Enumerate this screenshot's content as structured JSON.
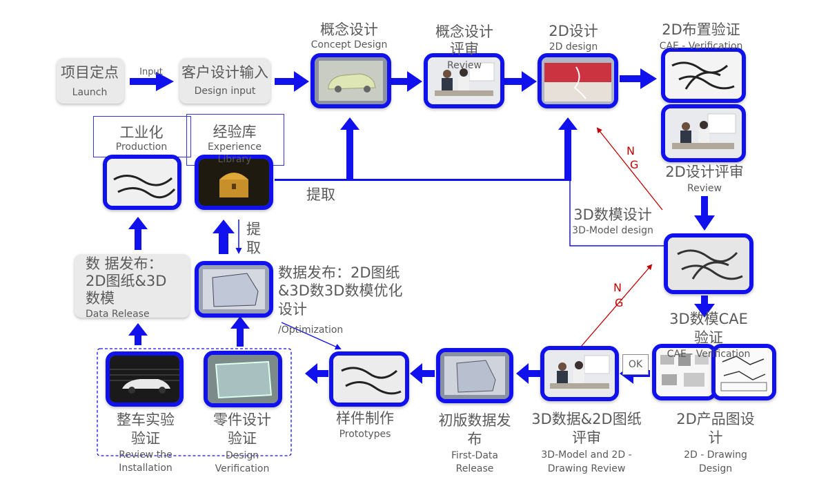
{
  "colors": {
    "arrow": "#1111ee",
    "ng_arrow": "#c00000",
    "text": "#595959",
    "frame": "#1111ee"
  },
  "stages": {
    "launch": {
      "cn": "项目定点",
      "en": "Launch"
    },
    "input_label": {
      "en": "Input"
    },
    "design_input": {
      "cn": "客户设计输入",
      "en": "Design input"
    },
    "concept": {
      "cn": "概念设计",
      "en": "Concept Design"
    },
    "concept_review": {
      "cn1": "概念设计",
      "cn2": "评审",
      "en": "Review"
    },
    "design_2d": {
      "cn": "2D设计",
      "en": "2D  design"
    },
    "cae_2d": {
      "cn": "2D布置验证",
      "en": "CAE - Verification"
    },
    "review_2d": {
      "cn": "2D设计评审",
      "en": "Review"
    },
    "model_3d": {
      "cn": "3D数模设计",
      "en": "3D-Model design"
    },
    "cae_3d": {
      "cn1": "3D数模CAE",
      "cn2": "验证",
      "en": "CAE - Verification"
    },
    "drawing_2d": {
      "cn1": "2D产品图设",
      "cn2": "计",
      "en1": "2D - Drawing",
      "en2": "Design"
    },
    "review_3d2d": {
      "cn1": "3D数据&2D图纸",
      "cn2": "评审",
      "en1": "3D-Model and 2D -",
      "en2": "Drawing Review"
    },
    "first_release": {
      "cn1": "初版数据发",
      "cn2": "布",
      "en1": "First-Data",
      "en2": "Release"
    },
    "prototypes": {
      "cn": "样件制作",
      "en": "Prototypes"
    },
    "part_verify": {
      "cn1": "零件设计",
      "cn2": "验证",
      "en1": "Design",
      "en2": "Verification"
    },
    "vehicle_test": {
      "cn1": "整车实验",
      "cn2": "验证",
      "en1": "Review the",
      "en2": "Installation"
    },
    "optimization": {
      "cn1": "数据发布：2D图纸",
      "cn2": "&3D数3D数模优化",
      "cn3": "设计",
      "en": "/Optimization"
    },
    "data_release": {
      "cn1": "数 据发布：",
      "cn2": "2D图纸&3D",
      "cn3": "数模",
      "en": "Data Release"
    },
    "experience": {
      "cn": "经验库",
      "en1": "Experience",
      "en2": "Library"
    },
    "production": {
      "cn": "工业化",
      "en": "Production"
    },
    "extract_h": {
      "cn": "提取"
    },
    "extract_v": {
      "cn1": "提",
      "cn2": "取"
    },
    "ng1": {
      "c1": "N",
      "c2": "G"
    },
    "ng2": {
      "c1": "N",
      "c2": "G"
    },
    "ok": {
      "text": "OK"
    }
  },
  "icons": {
    "car": "car-cad-icon",
    "meeting": "meeting-icon",
    "harness": "wire-harness-icon",
    "chest": "treasure-chest-icon",
    "door": "door-cad-icon",
    "tunnel": "wind-tunnel-car-icon",
    "glass": "glass-part-icon",
    "drawing": "drawing-sheet-icon"
  }
}
